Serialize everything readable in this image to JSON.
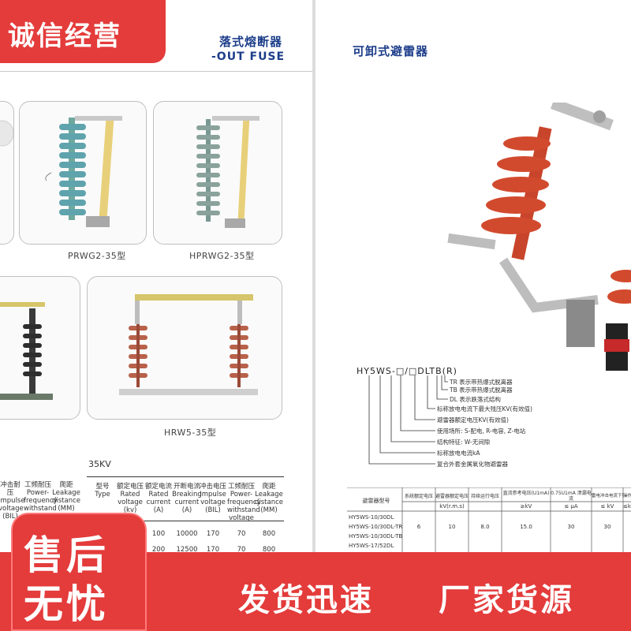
{
  "banner_top": "诚信经营",
  "left_header": {
    "cn": "落式熔断器",
    "en": "-OUT FUSE"
  },
  "right_header": {
    "cn": "可卸式避雷器"
  },
  "products": {
    "prwg": "PRWG2-35型",
    "hprwg": "HPRWG2-35型",
    "hrw5": "HRW5-35型"
  },
  "left_table": {
    "kv_label": "35KV",
    "partial_headers": [
      [
        "冲击耐压",
        "Impulse",
        "voltage",
        "(BIL)"
      ],
      [
        "工频耐压",
        "Power-",
        "frequency",
        "withstand",
        "voltage"
      ],
      [
        "爬距",
        "Leakage",
        "distance",
        "(MM)"
      ]
    ],
    "headers": [
      [
        "型号",
        "Type"
      ],
      [
        "额定电压",
        "Rated",
        "voltage",
        "(kv)"
      ],
      [
        "额定电流",
        "Rated",
        "current",
        "(A)"
      ],
      [
        "开断电流",
        "Breaking",
        "current",
        "(A)"
      ],
      [
        "冲击电压",
        "Impulse",
        "voltage",
        "(BIL)"
      ],
      [
        "工频耐压",
        "Power-",
        "frequency",
        "withstand",
        "voltage"
      ],
      [
        "爬距",
        "Leakage",
        "distance",
        "(MM)"
      ]
    ],
    "rows": [
      [
        "100",
        "10000",
        "170",
        "70",
        "800"
      ],
      [
        "200",
        "12500",
        "170",
        "70",
        "800"
      ]
    ]
  },
  "model_code": {
    "text": "HY5WS-□/□DLTB(R)",
    "legend": [
      "TR 表示带热爆式脱离器",
      "TB 表示带热爆式脱离器",
      "DL 表示跌落式结构",
      "标称放电电流下最大残压KV(有效值)",
      "避雷器额定电压KV(有效值)",
      "使用场所: S-配电, R-电容, Z-电站",
      "结构特征: W-无间隙",
      "标称放电电流kA",
      "复合外套金属氧化物避雷器"
    ]
  },
  "right_table": {
    "headers": [
      "避雷器型号",
      "系统额定电压",
      "避雷器额定电压",
      "持续运行电压",
      "直流参考电压(U1mA)",
      "0.75U1mA 泄漏电流",
      "雷电冲击电流下残压",
      "操作冲击"
    ],
    "units": [
      "kV(r.m.s)",
      "≥kV",
      "≤ μA",
      "≤ kV",
      "≤kV"
    ],
    "models": [
      "HY5WS-10/30DL",
      "HY5WS-10/30DL-TR",
      "HY5WS-10/30DL-TB",
      "HY5WS-17/52DL"
    ],
    "row": [
      "6",
      "10",
      "8.0",
      "15.0",
      "30",
      "30"
    ]
  },
  "bottom": {
    "box_line1": "售后",
    "box_line2": "无忧",
    "slogan1": "发货迅速",
    "slogan2": "厂家货源"
  },
  "colors": {
    "accent_red": "#e43b3b",
    "title_blue": "#1c3d8a",
    "insulator_red": "#d24a2e",
    "insulator_teal": "#5fa3ad",
    "insulator_gray": "#8aa29c"
  }
}
